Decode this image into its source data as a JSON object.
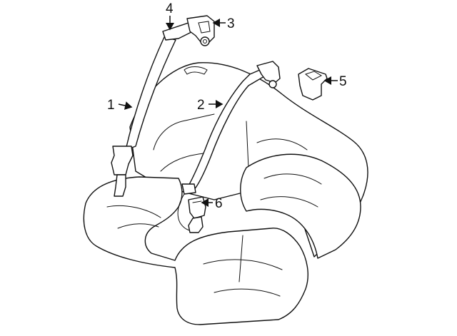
{
  "callouts": [
    {
      "id": "1",
      "label": "1"
    },
    {
      "id": "2",
      "label": "2"
    },
    {
      "id": "3",
      "label": "3"
    },
    {
      "id": "4",
      "label": "4"
    },
    {
      "id": "5",
      "label": "5"
    },
    {
      "id": "6",
      "label": "6"
    }
  ],
  "colors": {
    "line": "#111111",
    "fill": "#ffffff"
  }
}
